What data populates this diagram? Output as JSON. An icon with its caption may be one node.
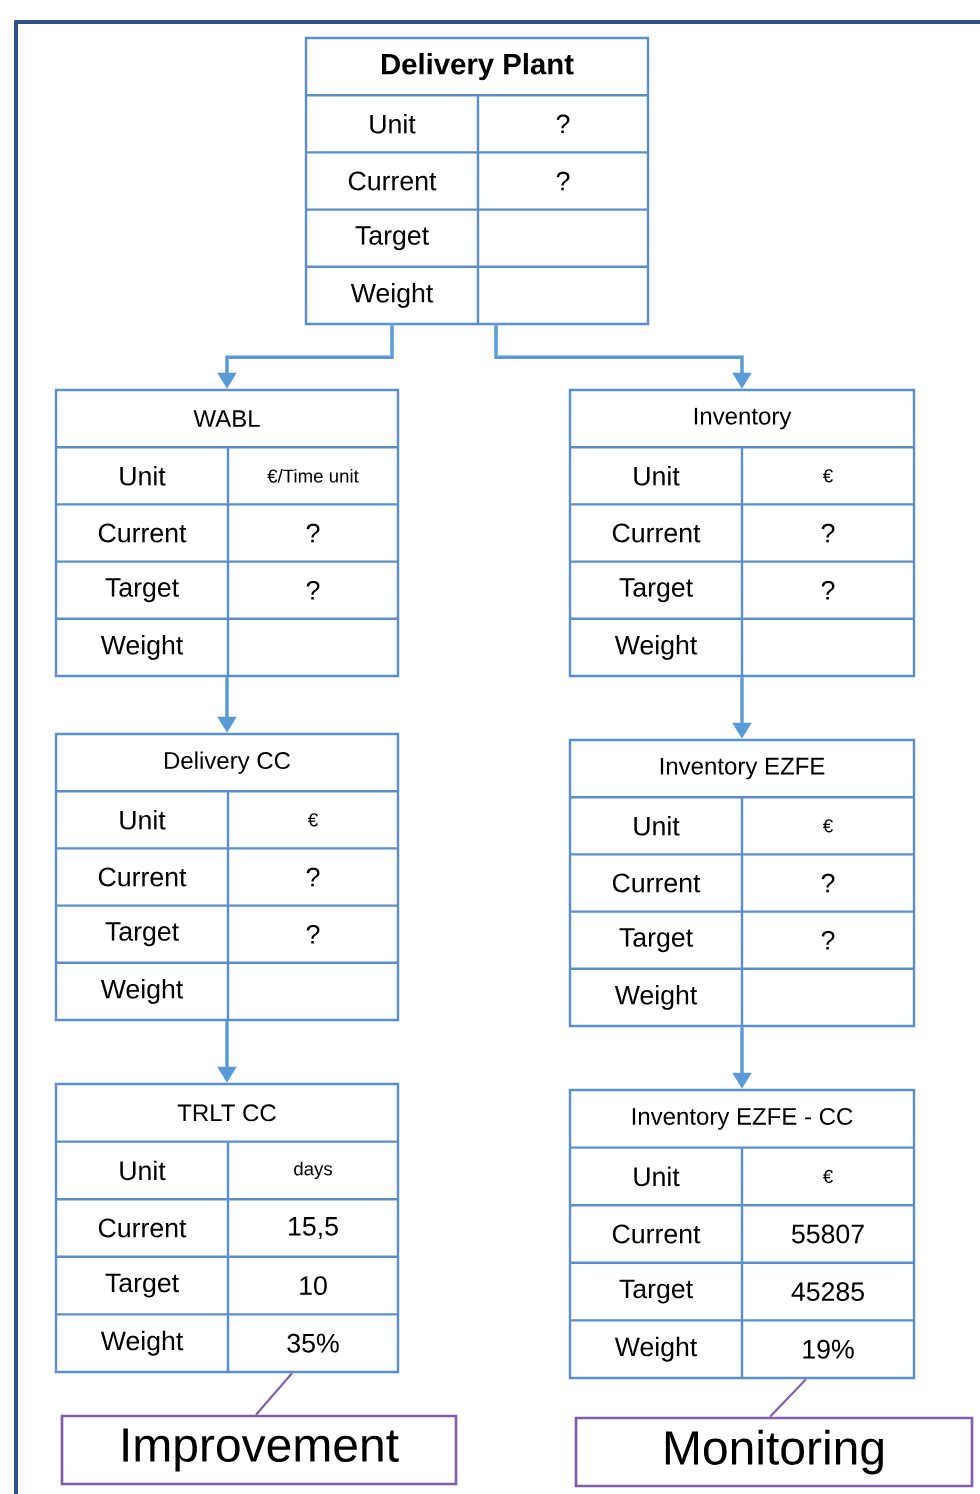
{
  "diagram": {
    "nodes": [
      {
        "text": [
          "Delivery Plant",
          "Unit",
          "?",
          "Current",
          "?",
          "Target",
          "Weight"
        ]
      },
      {
        "text": [
          "WABL",
          "Unit",
          "€/Time unit",
          "Current",
          "?",
          "Target",
          "?",
          "Weight"
        ]
      },
      {
        "text": [
          "Inventory",
          "Unit",
          "€",
          "Current",
          "?",
          "Target",
          "?",
          "Weight"
        ]
      },
      {
        "text": [
          "Delivery CC",
          "Unit",
          "€",
          "Current",
          "?",
          "Target",
          "?",
          "Weight"
        ]
      },
      {
        "text": [
          "Inventory EZFE",
          "Unit",
          "€",
          "Current",
          "?",
          "Target",
          "?",
          "Weight"
        ]
      },
      {
        "text": [
          "TRLT CC",
          "Unit",
          "days",
          "Current",
          "15,5",
          "Target",
          "10",
          "Weight",
          "35%"
        ]
      },
      {
        "text": [
          "Inventory EZFE - CC",
          "Unit",
          "€",
          "Current",
          "55807",
          "Target",
          "45285",
          "Weight",
          "19%"
        ]
      },
      {
        "text": [
          "Improvement"
        ]
      },
      {
        "text": [
          "Monitoring"
        ]
      }
    ],
    "edges": [
      {
        "from": 0,
        "to": 1,
        "arrow": "to"
      },
      {
        "from": 0,
        "to": 2,
        "arrow": "to"
      },
      {
        "from": 1,
        "to": 3,
        "arrow": "to"
      },
      {
        "from": 3,
        "to": 5,
        "arrow": "to"
      },
      {
        "from": 2,
        "to": 4,
        "arrow": "to"
      },
      {
        "from": 4,
        "to": 6,
        "arrow": "to"
      },
      {
        "from": 7,
        "to": 5,
        "arrow": "none",
        "color": "#7f5fa8"
      },
      {
        "from": 8,
        "to": 6,
        "arrow": "none",
        "color": "#7f5fa8"
      }
    ]
  }
}
